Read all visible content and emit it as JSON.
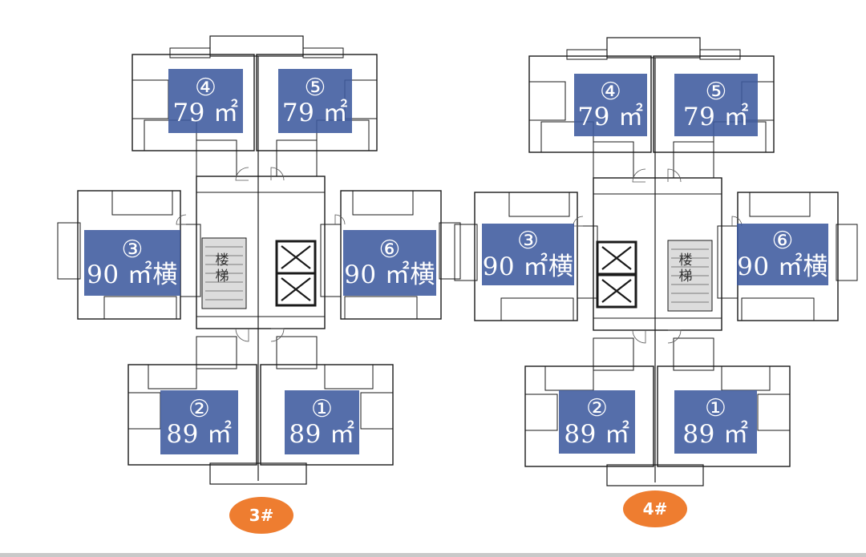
{
  "buildings": [
    {
      "id": "b3",
      "badge": "3#",
      "stair_text": "楼梯",
      "units": [
        {
          "id": "u4",
          "num": "④",
          "area": "79 ㎡"
        },
        {
          "id": "u5",
          "num": "⑤",
          "area": "79 ㎡"
        },
        {
          "id": "u3",
          "num": "③",
          "area": "90 ㎡横"
        },
        {
          "id": "u6",
          "num": "⑥",
          "area": "90 ㎡横"
        },
        {
          "id": "u2",
          "num": "②",
          "area": "89 ㎡"
        },
        {
          "id": "u1",
          "num": "①",
          "area": "89 ㎡"
        }
      ]
    },
    {
      "id": "b4",
      "badge": "4#",
      "stair_text": "楼梯",
      "units": [
        {
          "id": "u4",
          "num": "④",
          "area": "79 ㎡"
        },
        {
          "id": "u5",
          "num": "⑤",
          "area": "79 ㎡"
        },
        {
          "id": "u3",
          "num": "③",
          "area": "90 ㎡横"
        },
        {
          "id": "u6",
          "num": "⑥",
          "area": "90 ㎡横"
        },
        {
          "id": "u2",
          "num": "②",
          "area": "89 ㎡"
        },
        {
          "id": "u1",
          "num": "①",
          "area": "89 ㎡"
        }
      ]
    }
  ],
  "colors": {
    "label_fill": "#3d5a9e",
    "badge_fill": "#ee7d30",
    "wall": "#1a1a1a"
  }
}
